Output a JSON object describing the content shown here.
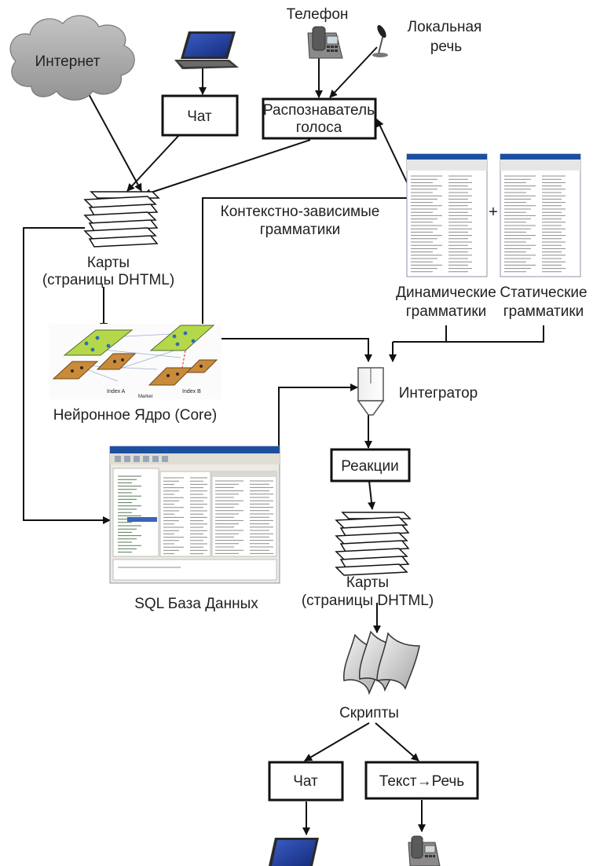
{
  "labels": {
    "internet": "Интернет",
    "phone": "Телефон",
    "local_speech_1": "Локальная",
    "local_speech_2": "речь",
    "chat_top": "Чат",
    "recognizer_1": "Распознаватель",
    "recognizer_2": "голоса",
    "context_1": "Контекстно-зависимые",
    "context_2": "грамматики",
    "maps_top_1": "Карты",
    "maps_top_2": "(страницы DHTML)",
    "dynamic_1": "Динамические",
    "dynamic_2": "грамматики",
    "static_1": "Статические",
    "static_2": "грамматики",
    "plus": "+",
    "core": "Нейронное Ядро (Core)",
    "integrator": "Интегратор",
    "reactions": "Реакции",
    "sql": "SQL База Данных",
    "maps_bottom_1": "Карты",
    "maps_bottom_2": "(страницы DHTML)",
    "scripts": "Скрипты",
    "chat_bottom": "Чат",
    "tts": "Текст→Речь"
  },
  "core_map_labels": {
    "index_a": "Index A",
    "index_b": "Index B",
    "marker": "Marker"
  },
  "colors": {
    "cloud": "#a9a9a9",
    "laptop_screen": "#1f3fa0",
    "core_green": "#b4d84a",
    "core_brown": "#c98a3a",
    "box_border": "#111111",
    "window_title": "#1d4fa0"
  },
  "icons": [
    "cloud-icon",
    "laptop-icon",
    "phone-icon",
    "microphone-icon",
    "page-stack-icon",
    "grammar-window-icon",
    "core-network-icon",
    "integrator-funnel-icon",
    "database-window-icon",
    "scripts-icon"
  ]
}
